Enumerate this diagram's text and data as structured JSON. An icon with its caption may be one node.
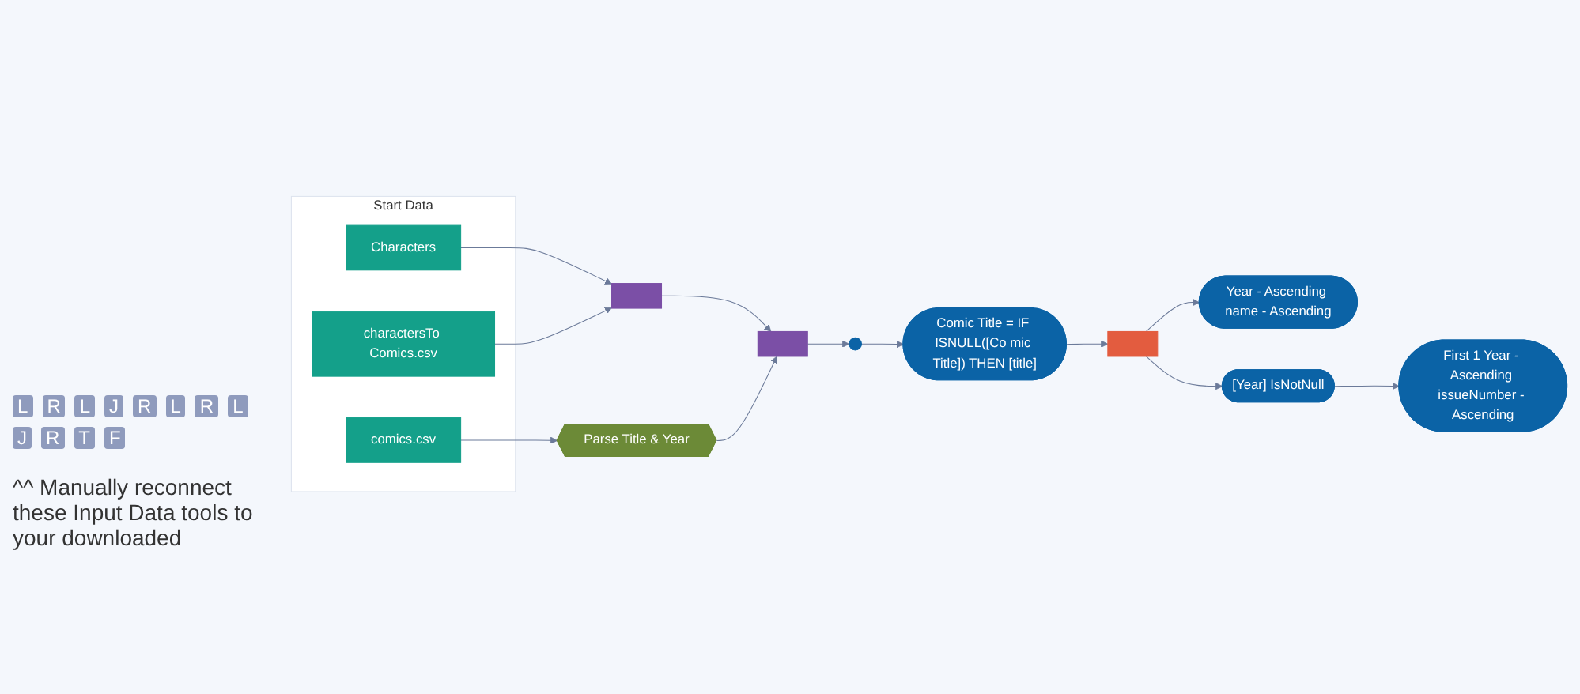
{
  "diagram": {
    "nodes": [
      {
        "text": [
          "Start Data"
        ]
      },
      {
        "text": [
          "Characters"
        ],
        "in": 0
      },
      {
        "text": [
          "charactersTo Comics.csv"
        ],
        "in": 0
      },
      {
        "text": [
          "comics.csv"
        ],
        "in": 0
      },
      {
        "text": [],
        "shape": "box"
      },
      {
        "text": [
          "Parse Title & Year"
        ]
      },
      {
        "text": [],
        "shape": "box"
      },
      {
        "text": [],
        "shape": "circle"
      },
      {
        "text": [
          "Comic Title = IF ISNULL([Co mic Title]) THEN [title]"
        ]
      },
      {
        "text": [],
        "shape": "box"
      },
      {
        "text": [
          "Year - Ascending name - Ascending"
        ]
      },
      {
        "text": [
          "[Year] IsNotNull"
        ]
      },
      {
        "text": [
          "First 1 Year - Ascending issueNumber - Ascending"
        ]
      }
    ],
    "edges": [
      {
        "from": 1,
        "to": 4,
        "arrow": "to"
      },
      {
        "from": 2,
        "to": 4,
        "arrow": "to"
      },
      {
        "from": 3,
        "to": 5,
        "arrow": "to"
      },
      {
        "from": 4,
        "to": 6,
        "arrow": "to"
      },
      {
        "from": 5,
        "to": 6,
        "arrow": "to"
      },
      {
        "from": 6,
        "to": 7,
        "arrow": "to"
      },
      {
        "from": 7,
        "to": 8,
        "arrow": "to"
      },
      {
        "from": 8,
        "to": 9,
        "arrow": "to"
      },
      {
        "from": 9,
        "to": 10,
        "arrow": "to"
      },
      {
        "from": 9,
        "to": 11,
        "arrow": "to"
      },
      {
        "from": 11,
        "to": 12,
        "arrow": "to"
      }
    ],
    "labels": [
      "L",
      "R",
      "L",
      "J",
      "R",
      "L",
      "R",
      "L",
      "J",
      "R",
      "T",
      "F",
      "^^ Manually reconnect these Input Data tools to your downloaded"
    ]
  }
}
